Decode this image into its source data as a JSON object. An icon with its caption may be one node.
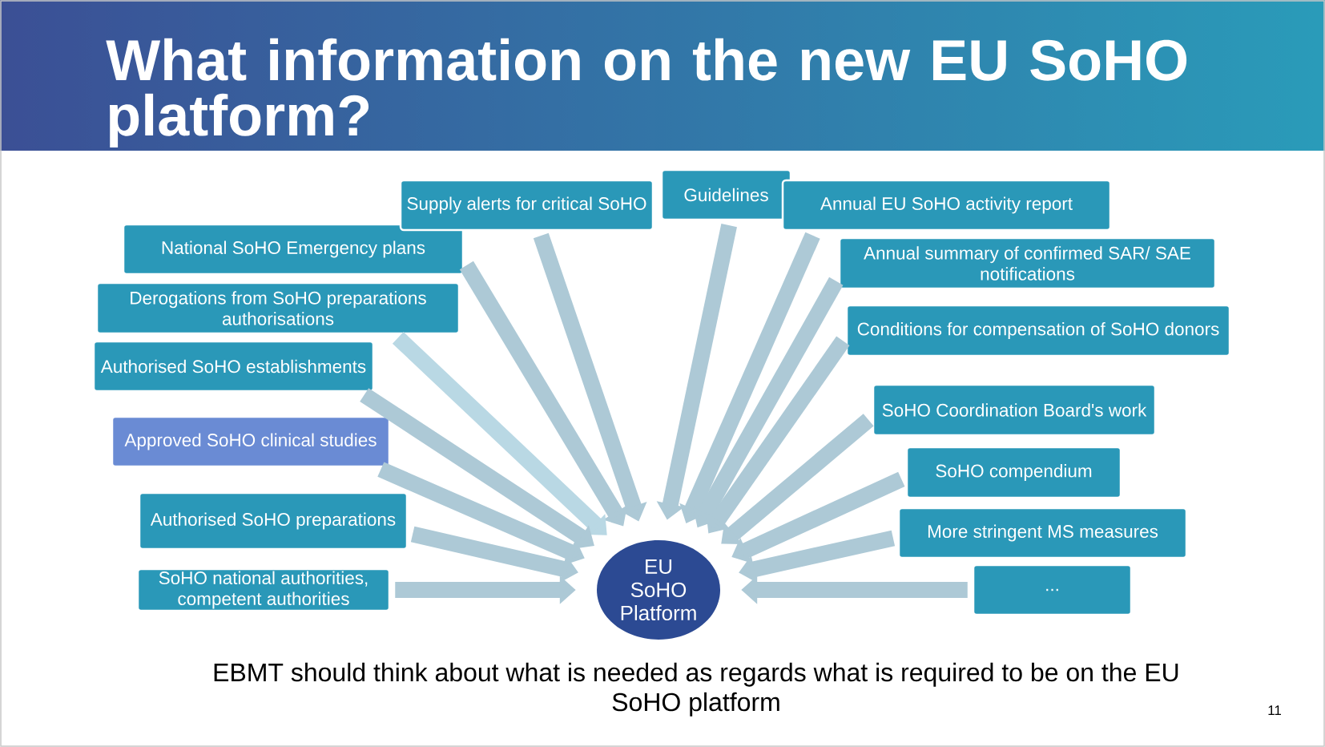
{
  "diagram": {
    "title": "What information on the new EU SoHO platform?",
    "nodes": [
      {
        "text": [
          "Supply alerts for critical SoHO"
        ]
      },
      {
        "text": [
          "Guidelines"
        ]
      },
      {
        "text": [
          "Annual EU SoHO activity report"
        ]
      },
      {
        "text": [
          "National SoHO Emergency plans"
        ]
      },
      {
        "text": [
          "Derogations from SoHO preparations authorisations"
        ]
      },
      {
        "text": [
          "Authorised SoHO establishments"
        ]
      },
      {
        "text": [
          "Approved SoHO clinical studies"
        ]
      },
      {
        "text": [
          "Authorised SoHO preparations"
        ]
      },
      {
        "text": [
          "SoHO national authorities, competent authorities"
        ]
      },
      {
        "text": [
          "Annual summary of confirmed SAR/ SAE notifications"
        ]
      },
      {
        "text": [
          "Conditions for compensation of SoHO donors"
        ]
      },
      {
        "text": [
          "SoHO Coordination Board's work"
        ]
      },
      {
        "text": [
          "SoHO compendium"
        ]
      },
      {
        "text": [
          "More stringent MS measures"
        ]
      },
      {
        "text": [
          "..."
        ]
      },
      {
        "text": [
          "EU SoHO Platform"
        ]
      }
    ],
    "edges": [
      {
        "from": 0,
        "to": 15,
        "arrow": "to"
      },
      {
        "from": 1,
        "to": 15,
        "arrow": "to"
      },
      {
        "from": 2,
        "to": 15,
        "arrow": "to"
      },
      {
        "from": 3,
        "to": 15,
        "arrow": "to"
      },
      {
        "from": 4,
        "to": 15,
        "arrow": "to",
        "color": "#b9d8e4"
      },
      {
        "from": 5,
        "to": 15,
        "arrow": "to"
      },
      {
        "from": 6,
        "to": 15,
        "arrow": "to"
      },
      {
        "from": 7,
        "to": 15,
        "arrow": "to"
      },
      {
        "from": 8,
        "to": 15,
        "arrow": "to"
      },
      {
        "from": 9,
        "to": 15,
        "arrow": "to"
      },
      {
        "from": 10,
        "to": 15,
        "arrow": "to"
      },
      {
        "from": 11,
        "to": 15,
        "arrow": "to"
      },
      {
        "from": 12,
        "to": 15,
        "arrow": "to"
      },
      {
        "from": 13,
        "to": 15,
        "arrow": "to"
      },
      {
        "from": 14,
        "to": 15,
        "arrow": "to"
      }
    ],
    "labels": [
      "11"
    ],
    "caption": "EBMT should think about what is needed as regards what is required to be on the EU SoHO platform"
  }
}
